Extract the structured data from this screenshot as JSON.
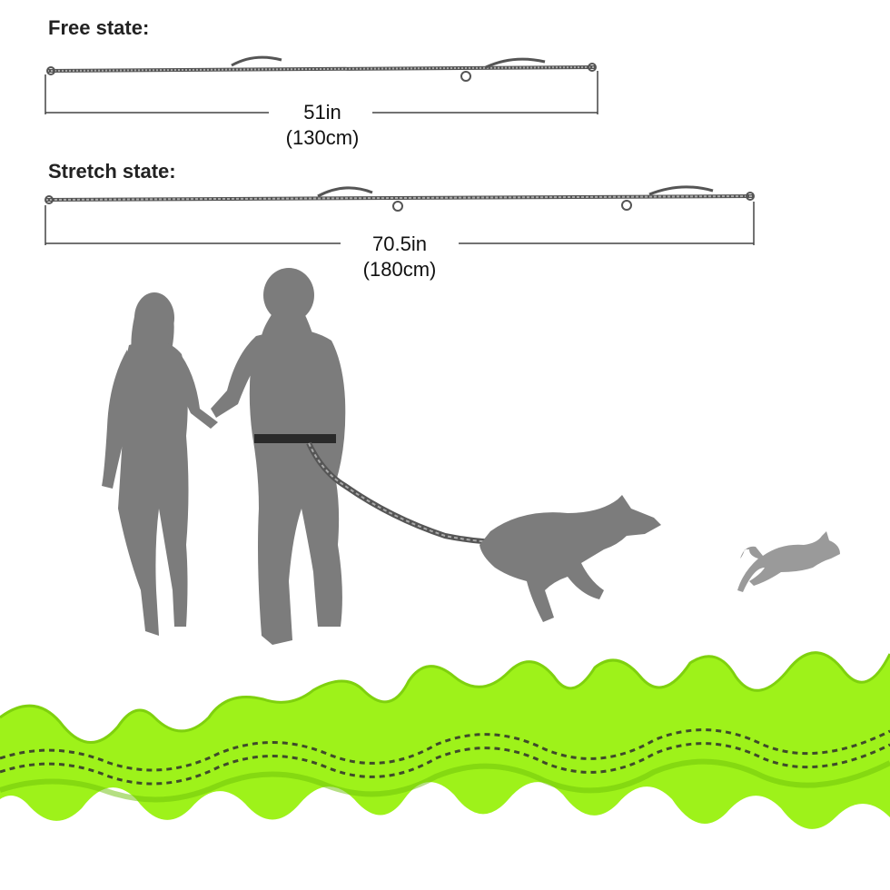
{
  "free_state": {
    "label": "Free state:",
    "length_in": "51in",
    "length_cm": "(130cm)"
  },
  "stretch_state": {
    "label": "Stretch state:",
    "length_in": "70.5in",
    "length_cm": "(180cm)"
  },
  "colors": {
    "leash_green": "#9ef21a",
    "silhouette_gray": "#7c7c7c",
    "stitch_dark": "#3f4a2a"
  },
  "icons": [
    "woman-silhouette",
    "man-silhouette",
    "dog-silhouette",
    "cat-silhouette",
    "bungee-leash-closeup"
  ]
}
